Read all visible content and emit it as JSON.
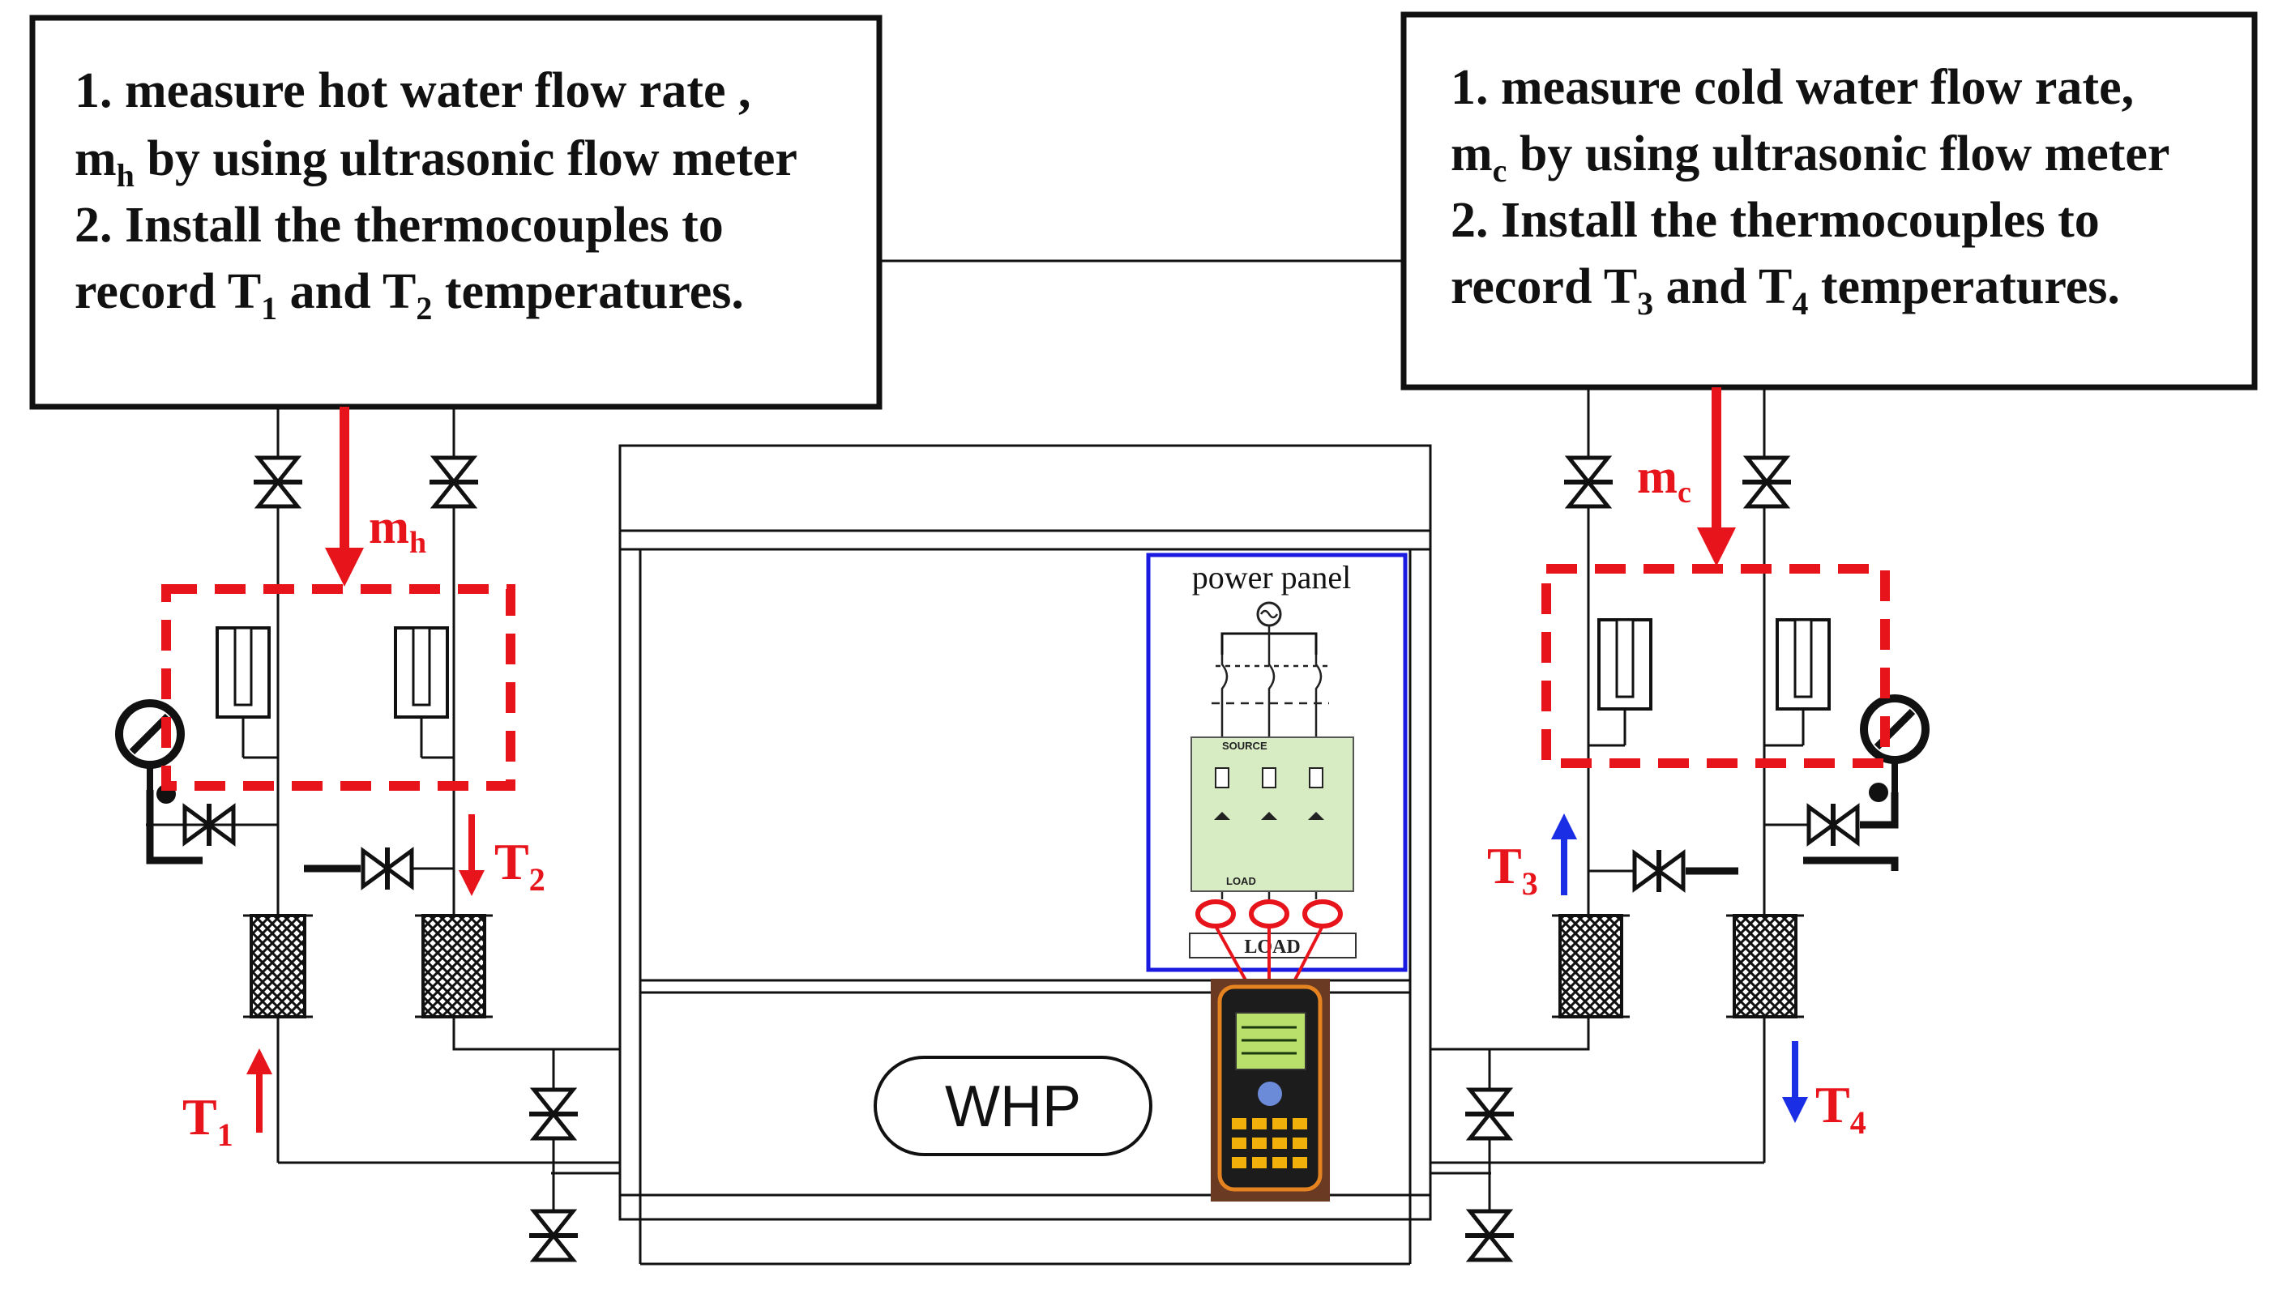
{
  "left_box": {
    "line1": "1.  measure hot water flow rate ,",
    "line2_sym": "m",
    "line2_sub": "h",
    "line2_rest": " by using ultrasonic flow meter",
    "line3": "2. Install the thermocouples to",
    "line4_a": "record T",
    "line4_sub1": "1",
    "line4_b": " and T",
    "line4_sub2": "2",
    "line4_c": " temperatures."
  },
  "right_box": {
    "line1": "1.  measure cold water flow rate,",
    "line2_sym": "m",
    "line2_sub": "c",
    "line2_rest": " by using ultrasonic flow meter",
    "line3": "2. Install the thermocouples to",
    "line4_a": "record T",
    "line4_sub1": "3",
    "line4_b": " and T",
    "line4_sub2": "4",
    "line4_c": " temperatures."
  },
  "labels": {
    "mh_sym": "m",
    "mh_sub": "h",
    "mc_sym": "m",
    "mc_sub": "c",
    "t1_sym": "T",
    "t1_sub": "1",
    "t2_sym": "T",
    "t2_sub": "2",
    "t3_sym": "T",
    "t3_sub": "3",
    "t4_sym": "T",
    "t4_sub": "4",
    "whp": "WHP"
  },
  "power_panel": {
    "title": "power panel",
    "source": "SOURCE",
    "load_small": "LOAD",
    "load_box": "LOAD"
  },
  "colors": {
    "hot_annotation": "#e8141b",
    "cold_arrow": "#1a2ee6",
    "panel_border": "#1a1ae0",
    "panel_green": "#d8ecc4"
  },
  "icons": [
    "valve-icon",
    "pressure-gauge-icon",
    "thermowell-icon",
    "strainer-filter-icon",
    "power-analyzer-device-icon",
    "ac-source-icon"
  ]
}
